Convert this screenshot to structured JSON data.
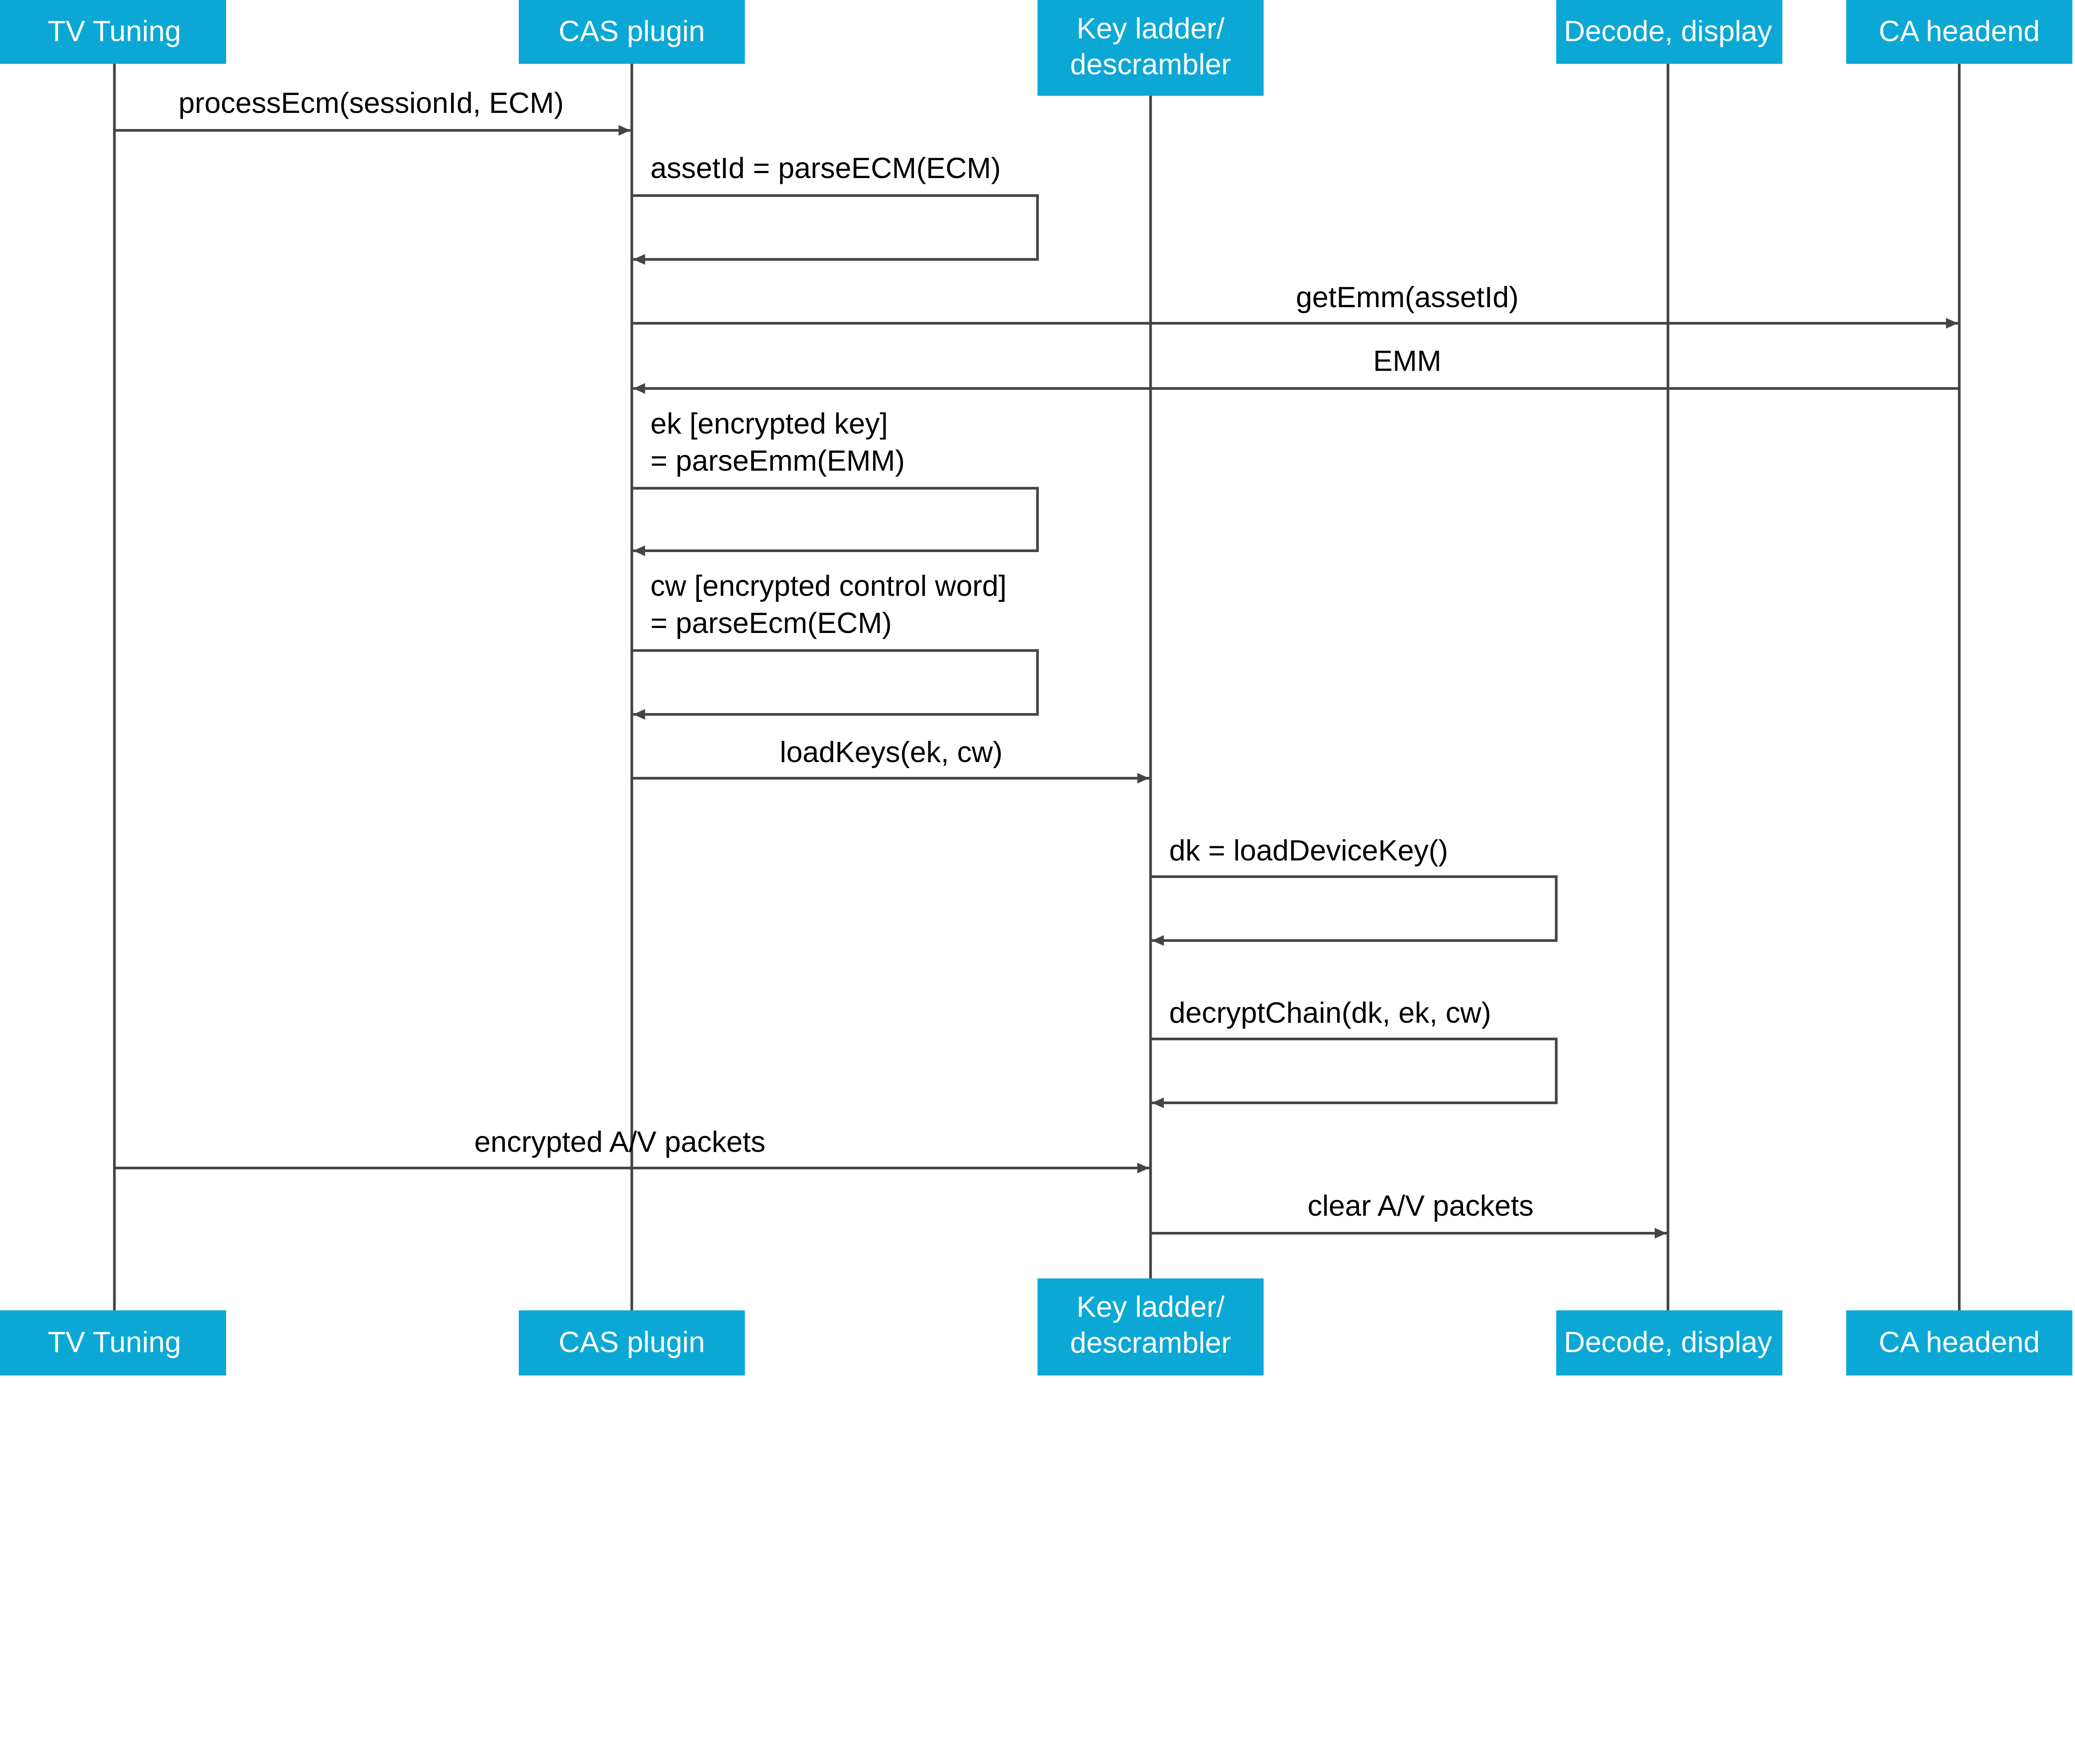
{
  "colors": {
    "header_fill": "#0ba8d6",
    "header_text": "#ffffff",
    "line": "#444444",
    "label": "#000000"
  },
  "participants": [
    {
      "id": "tv",
      "label": [
        "TV Tuning"
      ]
    },
    {
      "id": "cas",
      "label": [
        "CAS plugin"
      ]
    },
    {
      "id": "kl",
      "label": [
        "Key ladder/",
        "descrambler"
      ]
    },
    {
      "id": "dec",
      "label": [
        "Decode, display"
      ]
    },
    {
      "id": "ca",
      "label": [
        "CA headend"
      ]
    }
  ],
  "messages": [
    {
      "from": "tv",
      "to": "cas",
      "label": [
        "processEcm(sessionId, ECM)"
      ]
    },
    {
      "from": "cas",
      "to": "cas",
      "label": [
        "assetId = parseECM(ECM)"
      ]
    },
    {
      "from": "cas",
      "to": "ca",
      "label": [
        "getEmm(assetId)"
      ]
    },
    {
      "from": "ca",
      "to": "cas",
      "label": [
        "EMM"
      ]
    },
    {
      "from": "cas",
      "to": "cas",
      "label": [
        "ek [encrypted key]",
        "= parseEmm(EMM)"
      ]
    },
    {
      "from": "cas",
      "to": "cas",
      "label": [
        "cw [encrypted control word]",
        "= parseEcm(ECM)"
      ]
    },
    {
      "from": "cas",
      "to": "kl",
      "label": [
        "loadKeys(ek, cw)"
      ]
    },
    {
      "from": "kl",
      "to": "kl",
      "label": [
        "dk = loadDeviceKey()"
      ]
    },
    {
      "from": "kl",
      "to": "kl",
      "label": [
        "decryptChain(dk, ek, cw)"
      ]
    },
    {
      "from": "tv",
      "to": "kl",
      "label": [
        "encrypted A/V packets"
      ]
    },
    {
      "from": "kl",
      "to": "dec",
      "label": [
        "clear A/V packets"
      ]
    }
  ]
}
